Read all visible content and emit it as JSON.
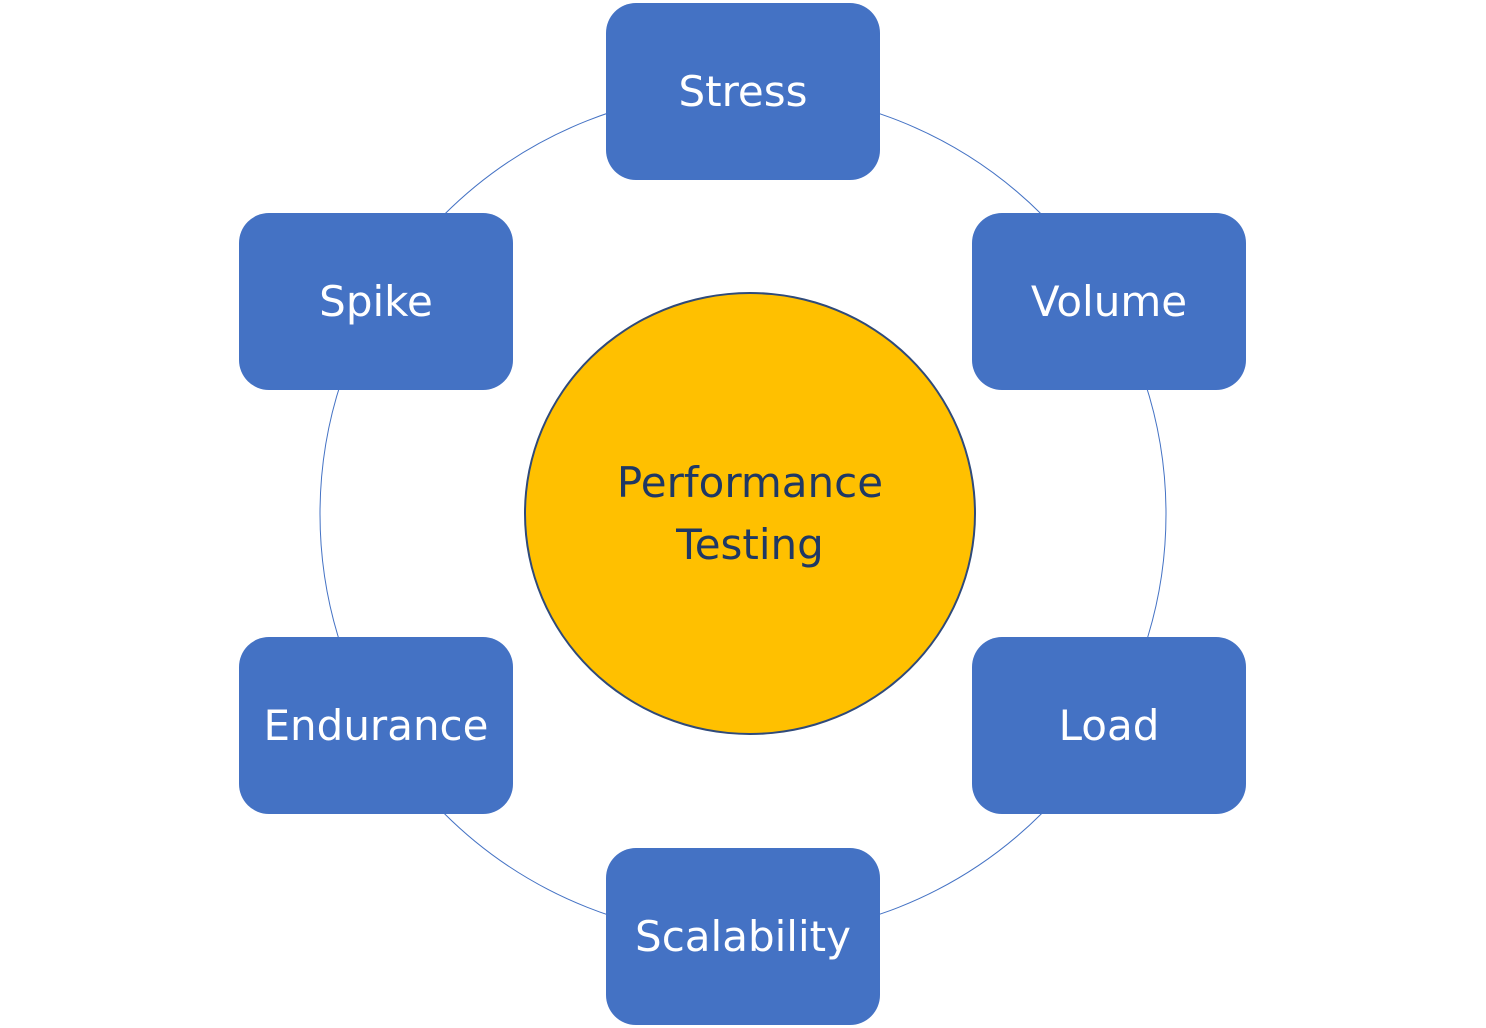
{
  "colors": {
    "node_fill": "#4472c4",
    "node_text": "#ffffff",
    "center_fill": "#ffc000",
    "center_text": "#1f3864",
    "ring_stroke": "#4472c4"
  },
  "center": {
    "line1": "Performance",
    "line2": "Testing"
  },
  "nodes": [
    {
      "label": "Stress"
    },
    {
      "label": "Volume"
    },
    {
      "label": "Load"
    },
    {
      "label": "Scalability"
    },
    {
      "label": "Endurance"
    },
    {
      "label": "Spike"
    }
  ]
}
